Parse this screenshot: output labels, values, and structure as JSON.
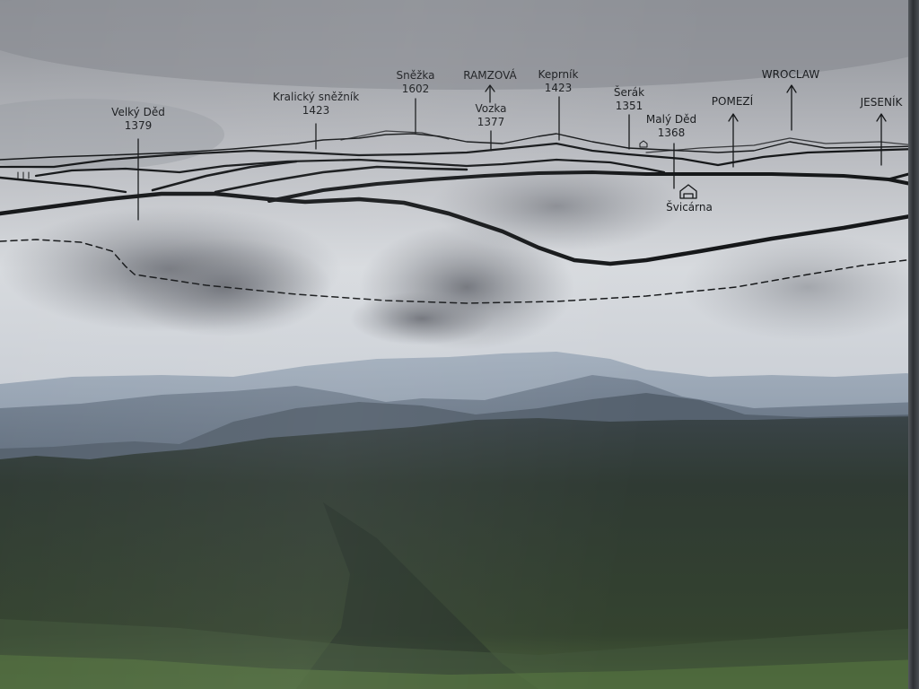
{
  "image": {
    "subject": "mountain panorama viewed through a window with an etched skyline guide",
    "colors": {
      "sky_top": "#8f9298",
      "sky_horizon": "#dcdfe3",
      "clouds": "#7b7e85",
      "far_ridges": "#98a6b7",
      "mid_ridges": "#6a7889",
      "forest_dark": "#2d3a2e",
      "forest_valley": "#3c4c37",
      "meadow": "#4f6a3f",
      "etching": "#16181a"
    }
  },
  "labels": [
    {
      "id": "velky-ded",
      "name": "Velký Děd",
      "elevation": "1379"
    },
    {
      "id": "kralicky-sneznik",
      "name": "Kralický sněžník",
      "elevation": "1423"
    },
    {
      "id": "snezka",
      "name": "Sněžka",
      "elevation": "1602"
    },
    {
      "id": "ramzova",
      "name": "RAMZOVÁ",
      "elevation": ""
    },
    {
      "id": "vozka",
      "name": "Vozka",
      "elevation": "1377"
    },
    {
      "id": "keprnik",
      "name": "Keprník",
      "elevation": "1423"
    },
    {
      "id": "serak",
      "name": "Šerák",
      "elevation": "1351"
    },
    {
      "id": "maly-ded",
      "name": "Malý Děd",
      "elevation": "1368"
    },
    {
      "id": "svicarna",
      "name": "Švicárna",
      "elevation": ""
    },
    {
      "id": "pomezi",
      "name": "POMEZÍ",
      "elevation": ""
    },
    {
      "id": "wroclaw",
      "name": "WROCLAW",
      "elevation": ""
    },
    {
      "id": "jesenik",
      "name": "JESENÍK",
      "elevation": ""
    }
  ]
}
